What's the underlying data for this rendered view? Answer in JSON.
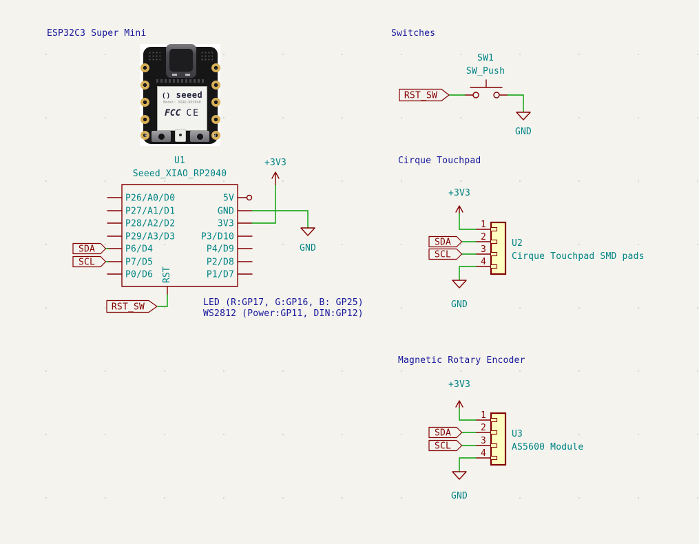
{
  "colors": {
    "wire_green": "#009E00",
    "symbol_maroon": "#840000",
    "field_teal": "#008484",
    "text_navy": "#16169A",
    "symbol_fill_yellow": "#FFFFC2",
    "background": "#F4F3EE"
  },
  "esp32": {
    "title": "ESP32C3 Super Mini",
    "reference": "U1",
    "value": "Seeed_XIAO_RP2040",
    "pins_left": [
      "P26/A0/D0",
      "P27/A1/D1",
      "P28/A2/D2",
      "P29/A3/D3",
      "P6/D4",
      "P7/D5",
      "P0/D6"
    ],
    "pins_right": [
      "5V",
      "GND",
      "3V3",
      "P3/D10",
      "P4/D9",
      "P2/D8",
      "P1/D7"
    ],
    "pin_bottom": "RST",
    "label_sda": "SDA",
    "label_scl": "SCL",
    "label_rst": "RST_SW",
    "power_3v3": "+3V3",
    "power_gnd": "GND",
    "note_line1": "LED (R:GP17, G:GP16, B: GP25)",
    "note_line2": "WS2812 (Power:GP11, DIN:GP12)",
    "board": {
      "logo_mark": "()",
      "logo": "seeed",
      "model": "Model: XIAO-RP2040",
      "fcc": "FCC",
      "ce": "CE",
      "button_r": "R",
      "button_b": "B"
    }
  },
  "switches": {
    "title": "Switches",
    "reference": "SW1",
    "value": "SW_Push",
    "label_rst": "RST_SW",
    "power_gnd": "GND"
  },
  "touchpad": {
    "title": "Cirque Touchpad",
    "reference": "U2",
    "value": "Cirque Touchpad SMD pads",
    "power_3v3": "+3V3",
    "power_gnd": "GND",
    "label_sda": "SDA",
    "label_scl": "SCL",
    "pin_numbers": [
      "1",
      "2",
      "3",
      "4"
    ]
  },
  "encoder": {
    "title": "Magnetic Rotary Encoder",
    "reference": "U3",
    "value": "AS5600 Module",
    "power_3v3": "+3V3",
    "power_gnd": "GND",
    "label_sda": "SDA",
    "label_scl": "SCL",
    "pin_numbers": [
      "1",
      "2",
      "3",
      "4"
    ]
  }
}
